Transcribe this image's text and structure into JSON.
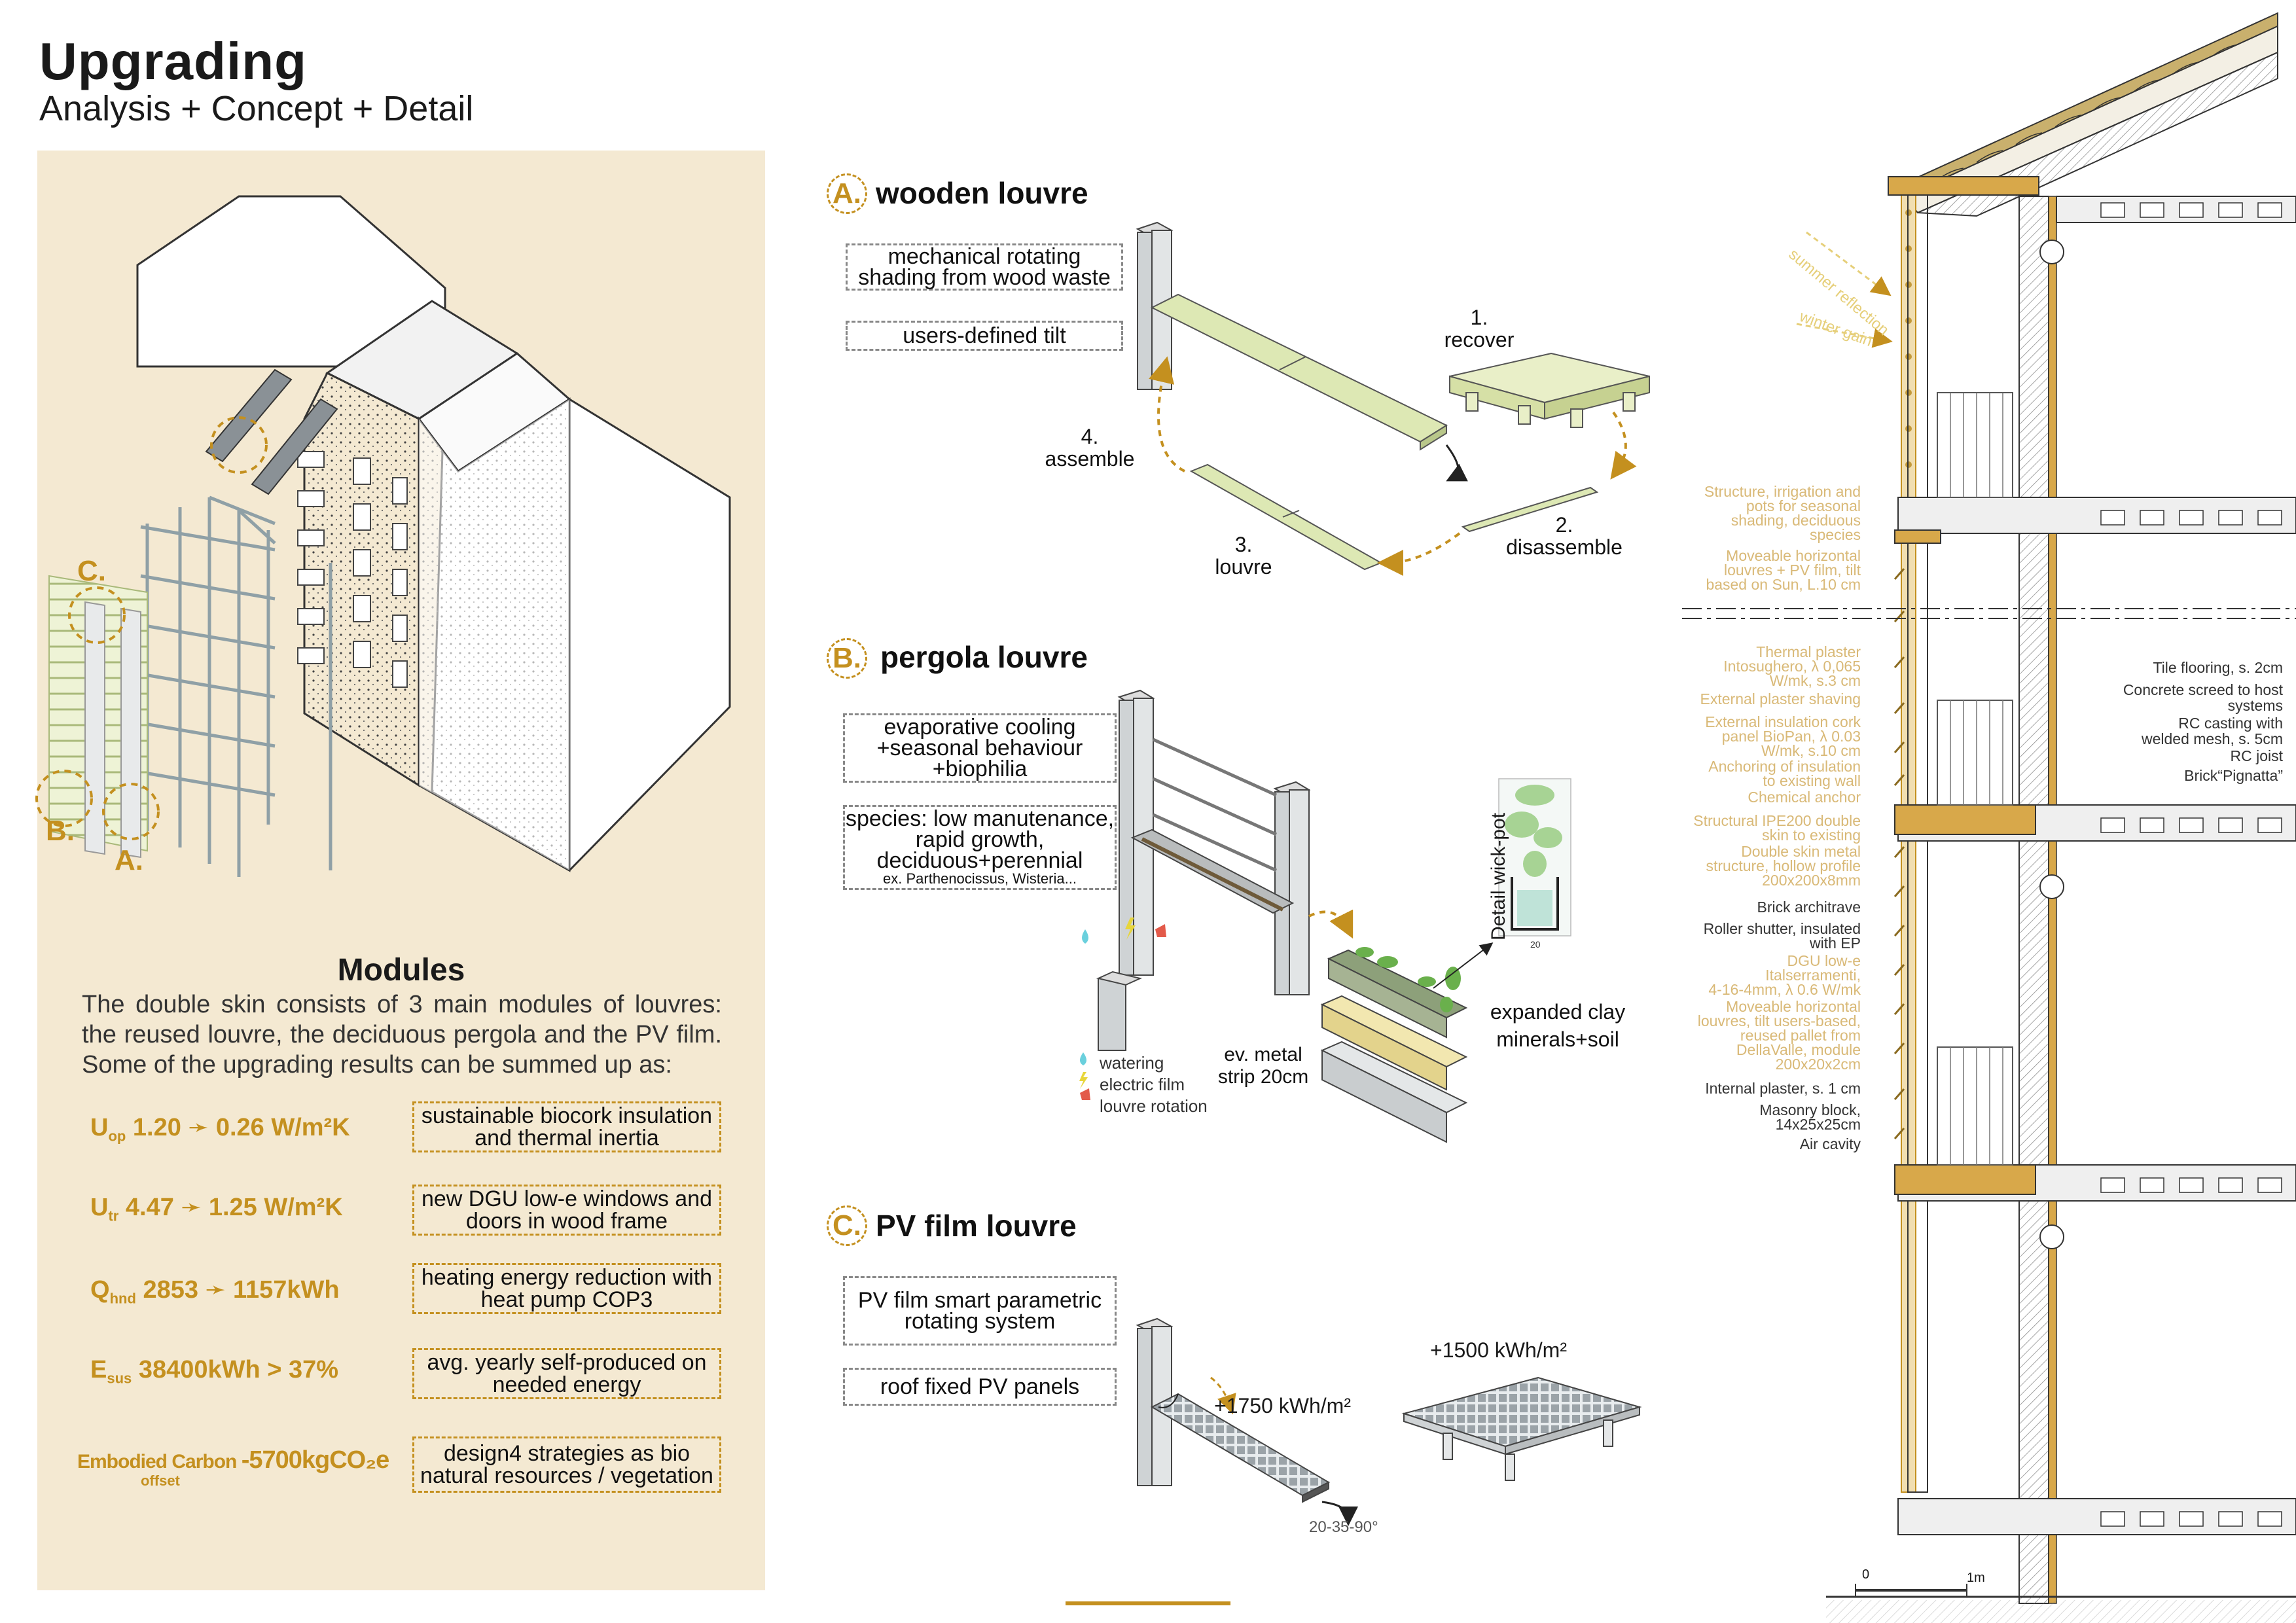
{
  "header": {
    "title": "Upgrading",
    "subtitle": "Analysis + Concept + Detail"
  },
  "left": {
    "markers": {
      "c": "C.",
      "b": "B.",
      "a": "A."
    },
    "modules_title": "Modules",
    "modules_text": "The double skin consists of 3 main modules of louvres: the reused louvre, the deciduous pergola and the PV film. Some of the upgrading results can be summed up as:",
    "metrics": [
      {
        "sym": "U",
        "sub": "op",
        "value": "1.20 ➛ 0.26 W/m²K",
        "desc": "sustainable biocork insulation and thermal inertia"
      },
      {
        "sym": "U",
        "sub": "tr",
        "value": "4.47 ➛ 1.25 W/m²K",
        "desc": "new DGU low-e windows and doors in wood frame"
      },
      {
        "sym": "Q",
        "sub": "hnd",
        "value": "2853 ➛ 1157kWh",
        "desc": "heating energy reduction with heat pump COP3"
      },
      {
        "sym": "E",
        "sub": "sus",
        "value": "38400kWh > 37%",
        "desc": "avg. yearly self-produced on needed energy"
      },
      {
        "sym": "Embodied Carbon",
        "sub": "offset",
        "value": "-5700kgCO₂e",
        "desc": "design4 strategies as bio natural resources / vegetation"
      }
    ]
  },
  "sectionA": {
    "letter": "A.",
    "title": "wooden louvre",
    "box1": "mechanical rotating shading from wood waste",
    "box2": "users-defined tilt",
    "steps": {
      "s1": "1.\nrecover",
      "s2": "2.\ndisassemble",
      "s3": "3.\nlouvre",
      "s4": "4.\nassemble"
    }
  },
  "sectionB": {
    "letter": "B.",
    "title": "pergola louvre",
    "box1": "evaporative cooling +seasonal behaviour +biophilia",
    "box2_main": "species: low manutenance, rapid growth, deciduous+perennial",
    "box2_ex": "ex. Parthenocissus, Wisteria...",
    "legend": [
      "watering",
      "electric film",
      "louvre rotation"
    ],
    "metal_strip": "ev. metal\nstrip 20cm",
    "clay": "expanded clay\nminerals+soil",
    "detail": "Detail wick-pot",
    "dim": "20"
  },
  "sectionC": {
    "letter": "C.",
    "title": "PV film louvre",
    "box1": "PV film smart parametric rotating system",
    "box2": "roof fixed PV panels",
    "yield1": "+1750 kWh/m²",
    "yield2": "+1500 kWh/m²",
    "angles": "20-35-90°"
  },
  "section": {
    "solar": [
      "summer reflection",
      "winter gain"
    ],
    "labels_left": [
      {
        "text": "Structure, irrigation and\npots for seasonal\nshading, deciduous\nspecies",
        "tone": "g"
      },
      {
        "text": "Moveable horizontal\nlouvres + PV film, tilt\nbased on Sun, L.10 cm",
        "tone": "g"
      },
      {
        "text": "Thermal plaster\nIntosughero, λ 0,065\nW/mk, s.3 cm",
        "tone": "g"
      },
      {
        "text": "External plaster shaving",
        "tone": "g"
      },
      {
        "text": "External insulation cork\npanel BioPan, λ 0.03\nW/mk, s.10 cm",
        "tone": "g"
      },
      {
        "text": "Anchoring of insulation\nto existing wall",
        "tone": "g"
      },
      {
        "text": "Chemical anchor",
        "tone": "g"
      },
      {
        "text": "Structural IPE200 double\nskin to existing",
        "tone": "g"
      },
      {
        "text": "Double skin metal\nstructure, hollow profile\n200x200x8mm",
        "tone": "g"
      },
      {
        "text": "Brick architrave",
        "tone": "k"
      },
      {
        "text": "Roller shutter, insulated\nwith EP",
        "tone": "k"
      },
      {
        "text": "DGU low-e\nItalserramenti,\n4-16-4mm, λ 0.6 W/mk",
        "tone": "g"
      },
      {
        "text": "Moveable horizontal\nlouvres, tilt users-based,\nreused pallet from\nDellaValle, module\n200x20x2cm",
        "tone": "g"
      },
      {
        "text": "Internal plaster, s. 1 cm",
        "tone": "k"
      },
      {
        "text": "Masonry block,\n14x25x25cm",
        "tone": "k"
      },
      {
        "text": "Air cavity",
        "tone": "k"
      }
    ],
    "labels_right": [
      "Tile flooring, s. 2cm",
      "Concrete screed to host\nsystems",
      "RC casting with\nwelded mesh, s. 5cm",
      "RC joist",
      "Brick“Pignatta”"
    ],
    "scale": {
      "zero": "0",
      "one": "1m"
    }
  },
  "colors": {
    "panel": "#f4e9d2",
    "accent": "#c4901f",
    "wood": "#d8a84a",
    "louvre": "#dbe7b0",
    "steel": "#bfc7c9"
  }
}
